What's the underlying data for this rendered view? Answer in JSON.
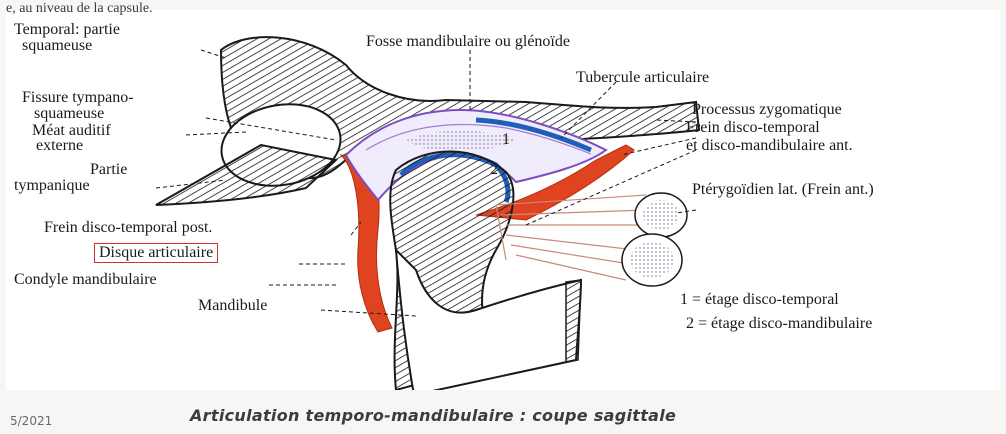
{
  "header_snippet": "e, au niveau de la capsule.",
  "labels": {
    "temporal_1": "Temporal: partie",
    "temporal_2": "squameuse",
    "fosse": "Fosse mandibulaire ou glénoïde",
    "tubercule": "Tubercule articulaire",
    "fissure_1": "Fissure tympano-",
    "fissure_2": "squameuse",
    "meat_1": "Méat auditif",
    "meat_2": "externe",
    "processus": "Processus zygomatique",
    "frein_ant_1": "Frein disco-temporal",
    "frein_ant_2": "et disco-mandibulaire ant.",
    "partie_1": "Partie",
    "partie_2": "tympanique",
    "pterygoidien": "Ptérygoïdien lat. (Frein ant.)",
    "frein_post": "Frein disco-temporal post.",
    "disque": "Disque articulaire",
    "condyle": "Condyle mandibulaire",
    "mandibule": "Mandibule",
    "num_1": "1",
    "num_2": "2",
    "legend_1": "1 = étage disco-temporal",
    "legend_2": "2 = étage disco-mandibulaire"
  },
  "footer": {
    "date": "5/2021",
    "title": "Articulation temporo-mandibulaire : coupe sagittale"
  },
  "colors": {
    "bone_hatch": "#1a1a1a",
    "disc_purple": "#7a4fc0",
    "ligament_red": "#e0431f",
    "cartilage_blue": "#1f5fb8",
    "muscle_line": "#c98a7a",
    "highlight_box": "#d23030"
  }
}
